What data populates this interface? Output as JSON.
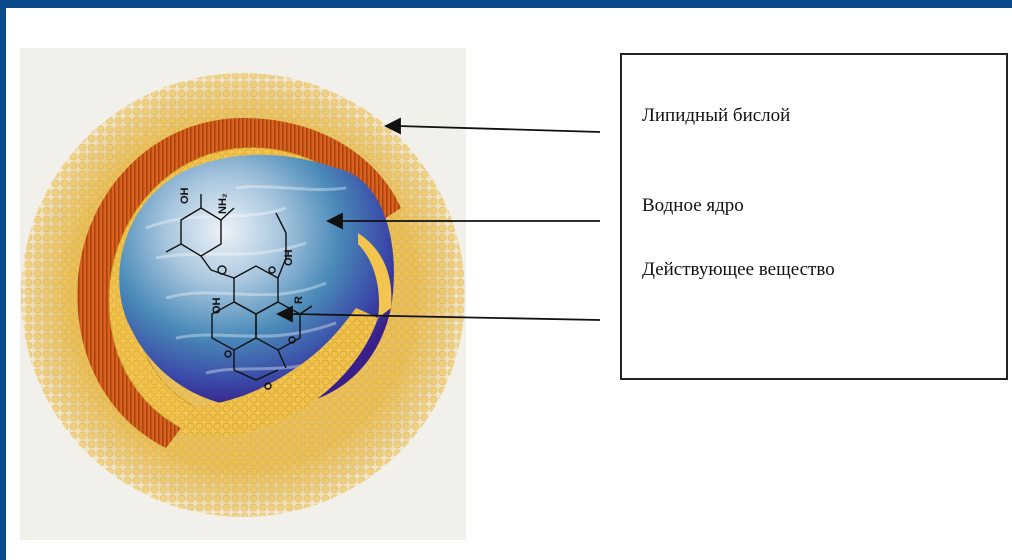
{
  "labels": [
    {
      "id": "lipid-bilayer",
      "text": "Липидный бислой"
    },
    {
      "id": "aqueous-core",
      "text": "Водное ядро"
    },
    {
      "id": "active-substance",
      "text": "Действующее вещество"
    }
  ],
  "molecule_labels": {
    "oh_top": "OH",
    "nh2": "NH₂",
    "oh_mid": "OH",
    "oh_left": "OH",
    "r_right": "R"
  },
  "colors": {
    "frame_border": "#0a4a8a",
    "lipid_head": "#f2c352",
    "lipid_outer": "#e9d7a0",
    "lipid_tail": "#c8561c",
    "core_light": "#c9dcec",
    "core_blue": "#4a8ab8",
    "core_purple": "#4a2a96"
  }
}
